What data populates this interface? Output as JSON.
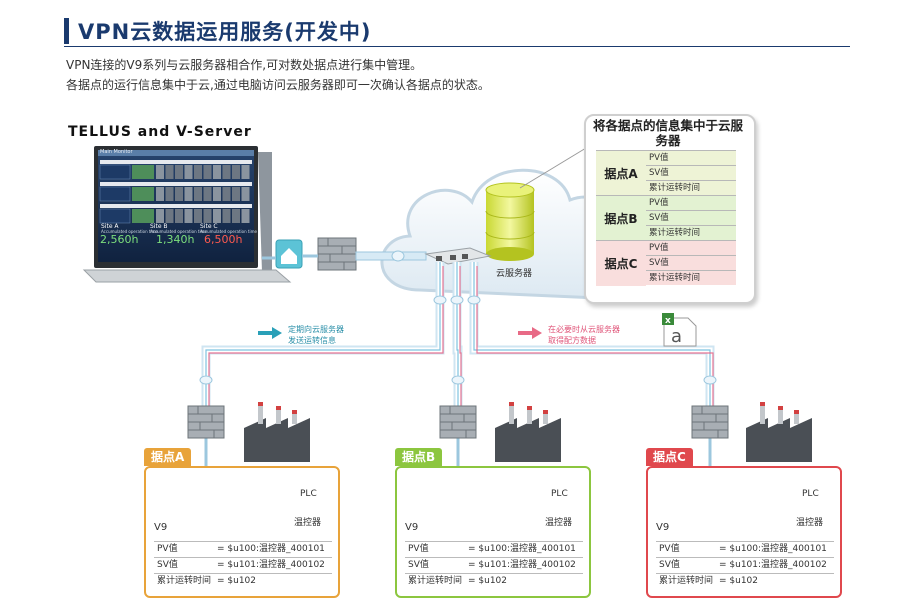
{
  "header": {
    "title": "VPN云数据运用服务(开发中)",
    "line1": "VPN连接的V9系列与云服务器相合作,可对数处据点进行集中管理。",
    "line2": "各据点的运行信息集中于云,通过电脑访问云服务器即可一次确认各据点的状态。"
  },
  "brand": "TELLUS and V-Server",
  "laptop": {
    "header": "Main Monitor",
    "sites": [
      "Site A",
      "Site B",
      "Site C"
    ],
    "sublabel": "Accumulated operation time",
    "hours": [
      "2,560h",
      "1,340h",
      "6,500h"
    ]
  },
  "cloud": {
    "server_label": "云服务器"
  },
  "info_box": {
    "title": "将各据点的信息集中于云服务器",
    "rows": [
      {
        "site": "据点A",
        "values": [
          "PV值",
          "SV值",
          "累计运转时间"
        ],
        "color": "#eef3d6"
      },
      {
        "site": "据点B",
        "values": [
          "PV值",
          "SV值",
          "累计运转时间"
        ],
        "color": "#e3f2d2"
      },
      {
        "site": "据点C",
        "values": [
          "PV值",
          "SV值",
          "累计运转时间"
        ],
        "color": "#f9dedd"
      }
    ]
  },
  "annotations": {
    "upload": "定期向云服务器\n发送运转信息",
    "download": "在必要时从云服务器\n取得配方数据"
  },
  "sites": [
    {
      "tag": "据点A",
      "color": "#e8a33a",
      "device": "V9",
      "plc": "PLC",
      "temp": "温控器",
      "rows": [
        [
          "PV值",
          "= $u100:温控器_400101"
        ],
        [
          "SV值",
          "= $u101:温控器_400102"
        ],
        [
          "累计运转时间",
          "= $u102"
        ]
      ]
    },
    {
      "tag": "据点B",
      "color": "#8cc63f",
      "device": "V9",
      "plc": "PLC",
      "temp": "温控器",
      "rows": [
        [
          "PV值",
          "= $u100:温控器_400101"
        ],
        [
          "SV值",
          "= $u101:温控器_400102"
        ],
        [
          "累计运转时间",
          "= $u102"
        ]
      ]
    },
    {
      "tag": "据点C",
      "color": "#e0484d",
      "device": "V9",
      "plc": "PLC",
      "temp": "温控器",
      "rows": [
        [
          "PV值",
          "= $u100:温控器_400101"
        ],
        [
          "SV值",
          "= $u101:温控器_400102"
        ],
        [
          "累计运转时间",
          "= $u102"
        ]
      ]
    }
  ],
  "colors": {
    "navy": "#1a3a6e",
    "pipe_blue": "#cde6f3",
    "pipe_red": "#e8567a",
    "arrow_teal": "#2aa0b8",
    "arrow_pink": "#e86a86"
  }
}
